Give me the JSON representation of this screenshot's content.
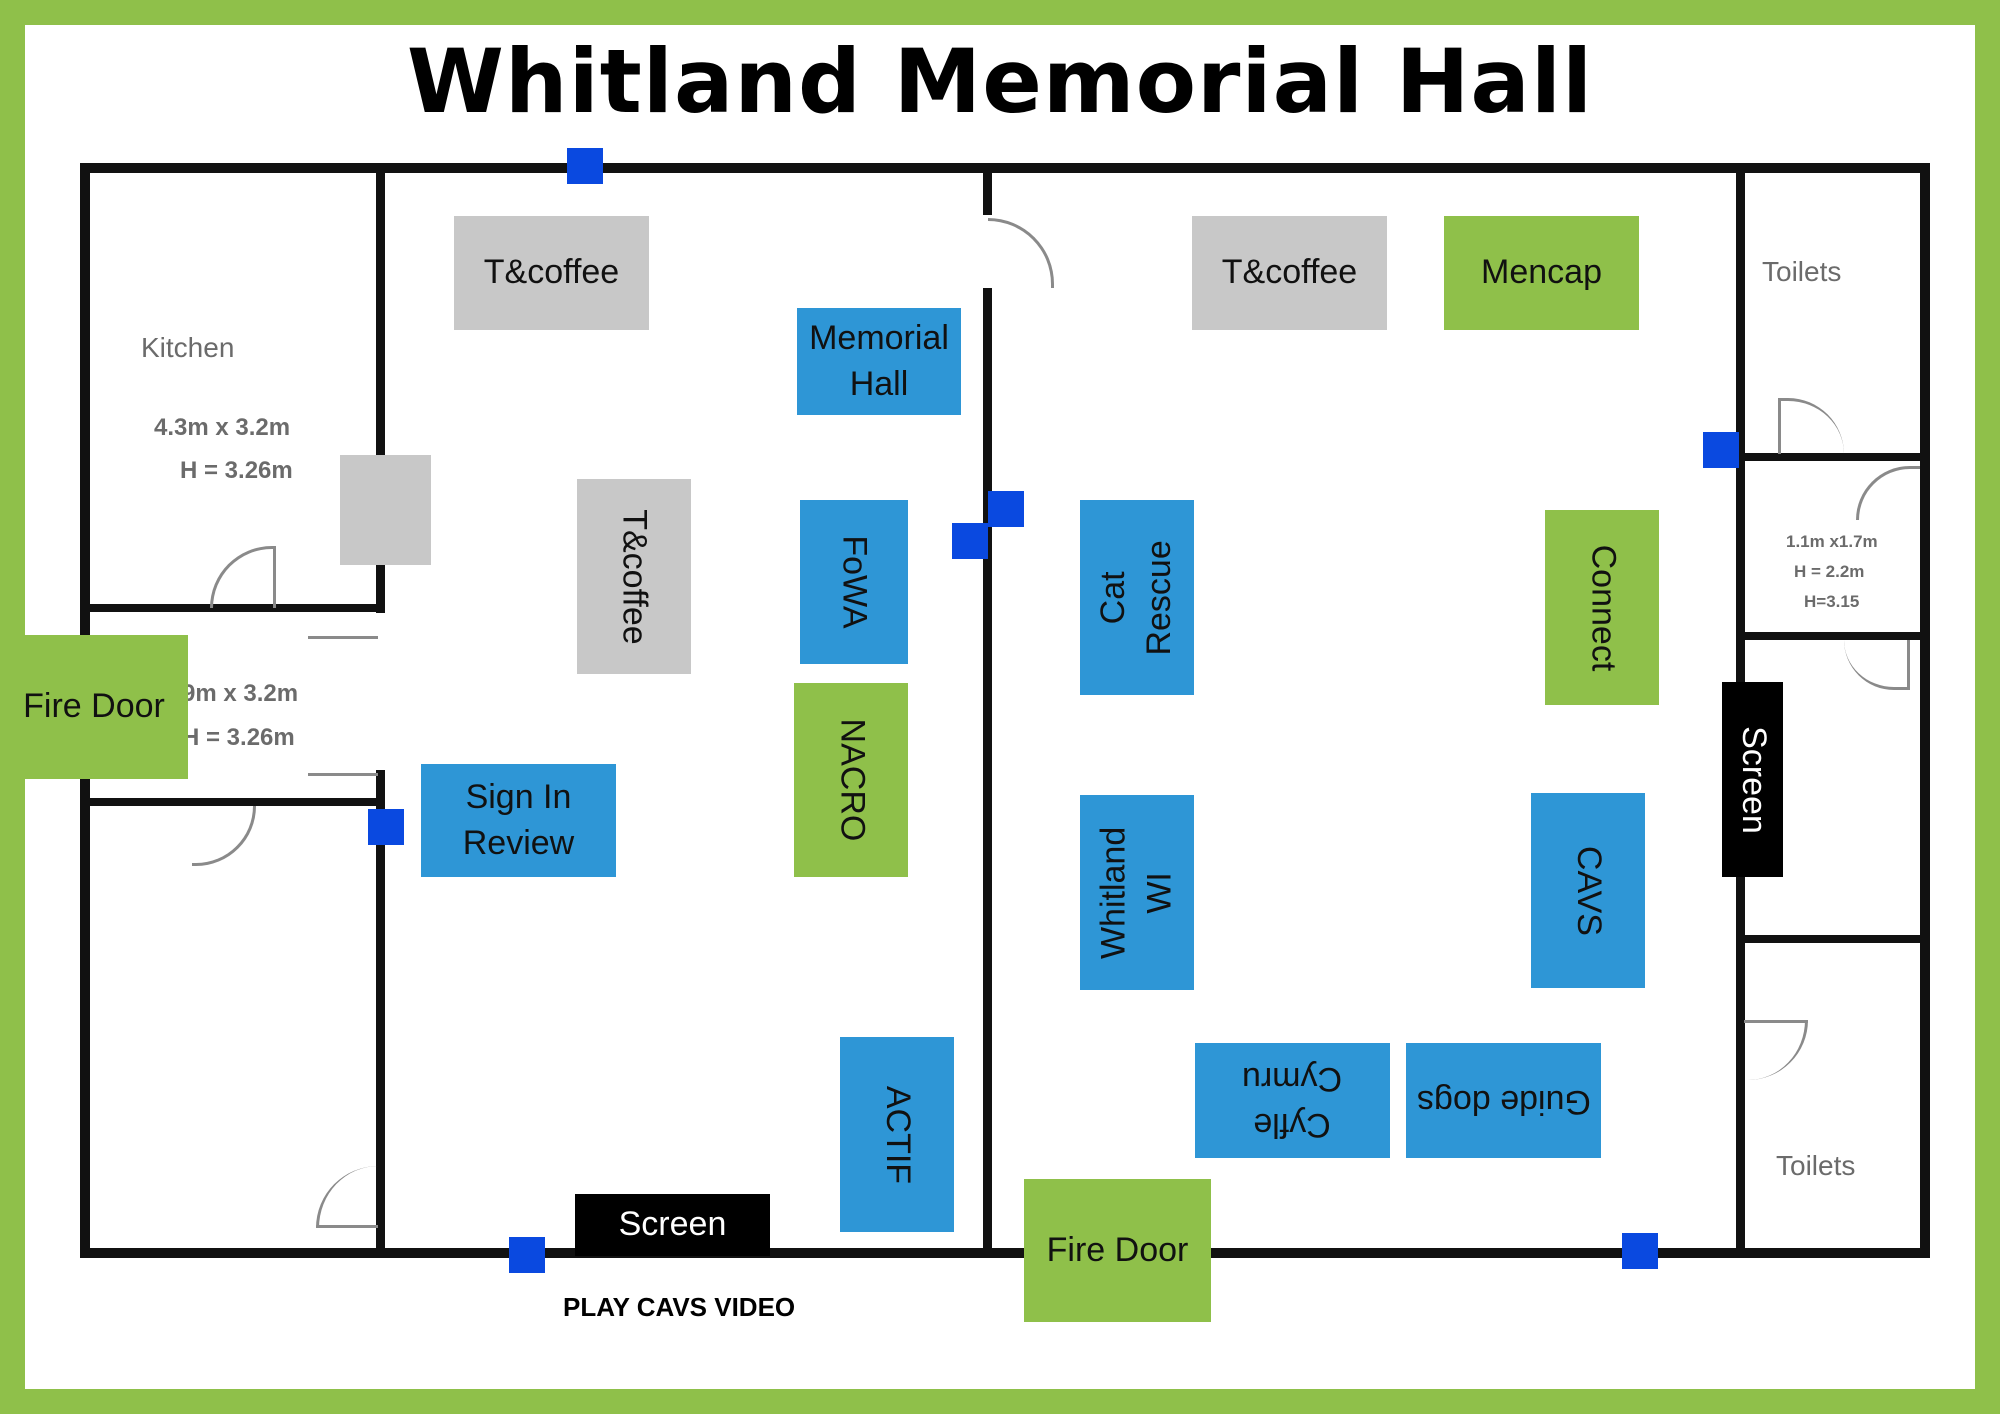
{
  "title": "Whitland Memorial Hall",
  "rooms": {
    "kitchen": {
      "label": "Kitchen",
      "dims": "4.3m x 3.2m",
      "height": "H = 3.26m"
    },
    "side_room": {
      "dims": "9m x 3.2m",
      "height": "H = 3.26m"
    },
    "toilets_top": {
      "label": "Toilets"
    },
    "small_room": {
      "dims": "1.1m x1.7m",
      "height": "H = 2.2m",
      "height2": "H=3.15"
    },
    "toilets_bottom": {
      "label": "Toilets"
    }
  },
  "stalls": {
    "tcoffee_left_top": "T&coffee",
    "tcoffee_left_mid": "T&coffee",
    "tcoffee_right": "T&coffee",
    "mencap": "Mencap",
    "memorial_hall_line1": "Memorial",
    "memorial_hall_line2": "Hall",
    "fowa": "FoWA",
    "nacro": "NACRO",
    "sign_in_line1": "Sign In",
    "sign_in_line2": "Review",
    "actif": "ACTIF",
    "cat_rescue_line1": "Cat",
    "cat_rescue_line2": "Rescue",
    "whitland_wi_line1": "Whitland",
    "whitland_wi_line2": "WI",
    "connect": "Connect",
    "cavs": "CAVS",
    "cyfle_cymru_line1": "Cyfle",
    "cyfle_cymru_line2": "Cymru",
    "guide_dogs": "Guide dogs"
  },
  "exits": {
    "fire_door_left": "Fire Door",
    "fire_door_bottom": "Fire Door"
  },
  "screens": {
    "screen_right": "Screen",
    "screen_bottom": "Screen"
  },
  "notes": {
    "play_video": "PLAY CAVS VIDEO"
  },
  "colors": {
    "border_green": "#8fc04a",
    "stall_blue": "#2e96d6",
    "stall_green": "#8fc04a",
    "refreshment_grey": "#c8c8c8",
    "marker_blue": "#0a49e0"
  }
}
